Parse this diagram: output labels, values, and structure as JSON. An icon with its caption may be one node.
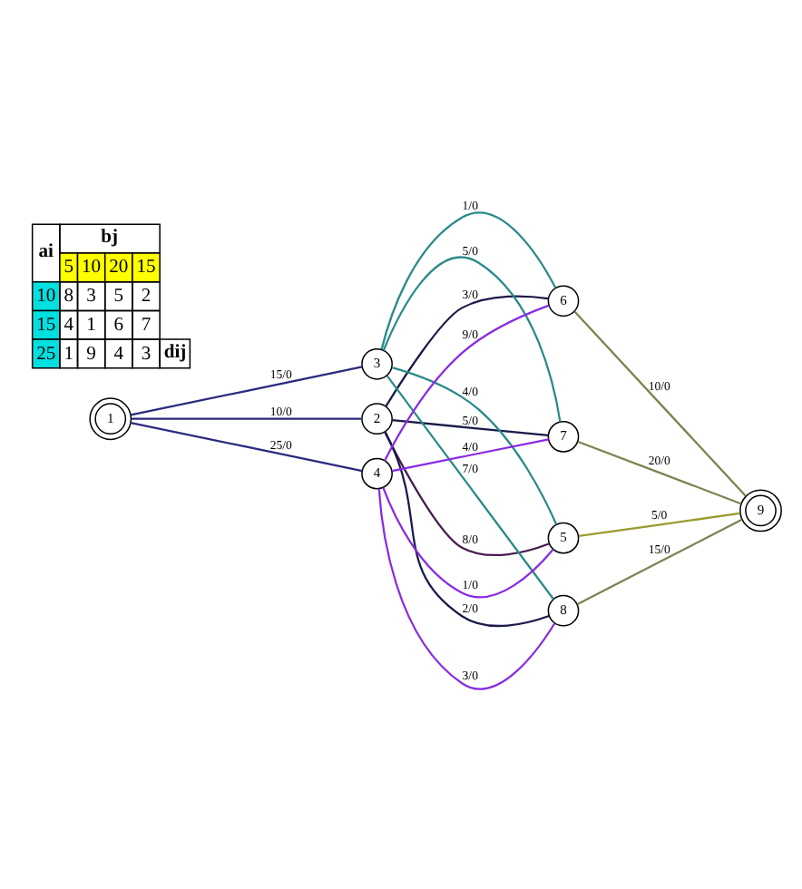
{
  "diagram": {
    "nodes": [
      {
        "text": [
          "1"
        ]
      },
      {
        "text": [
          "2"
        ]
      },
      {
        "text": [
          "3"
        ]
      },
      {
        "text": [
          "4"
        ]
      },
      {
        "text": [
          "5"
        ]
      },
      {
        "text": [
          "6"
        ]
      },
      {
        "text": [
          "7"
        ]
      },
      {
        "text": [
          "8"
        ]
      },
      {
        "text": [
          "9"
        ]
      }
    ],
    "edges": [
      {
        "from": 0,
        "to": 1,
        "arrow": "none",
        "label": "10/0",
        "color": "#2a2a80"
      },
      {
        "from": 0,
        "to": 2,
        "arrow": "none",
        "label": "15/0",
        "color": "#2a2a80"
      },
      {
        "from": 0,
        "to": 3,
        "arrow": "none",
        "label": "25/0",
        "color": "#2a2a80"
      },
      {
        "from": 1,
        "to": 4,
        "arrow": "none",
        "label": "8/0",
        "color": "#4a1a50"
      },
      {
        "from": 1,
        "to": 5,
        "arrow": "none",
        "label": "3/0",
        "color": "#1a1a4a"
      },
      {
        "from": 1,
        "to": 6,
        "arrow": "none",
        "label": "5/0",
        "color": "#1a1a4a"
      },
      {
        "from": 1,
        "to": 7,
        "arrow": "none",
        "label": "2/0",
        "color": "#1a1a4a"
      },
      {
        "from": 2,
        "to": 4,
        "arrow": "none",
        "label": "4/0",
        "color": "#2a8a8a"
      },
      {
        "from": 2,
        "to": 5,
        "arrow": "none",
        "label": "1/0",
        "color": "#2a8a8a"
      },
      {
        "from": 2,
        "to": 6,
        "arrow": "none",
        "label": "5/0",
        "color": "#2a8a8a"
      },
      {
        "from": 2,
        "to": 7,
        "arrow": "none",
        "label": "7/0",
        "color": "#2a8a8a"
      },
      {
        "from": 3,
        "to": 4,
        "arrow": "none",
        "label": "1/0",
        "color": "#8a2be2"
      },
      {
        "from": 3,
        "to": 5,
        "arrow": "none",
        "label": "9/0",
        "color": "#8a2be2"
      },
      {
        "from": 3,
        "to": 6,
        "arrow": "none",
        "label": "4/0",
        "color": "#8a2be2"
      },
      {
        "from": 3,
        "to": 7,
        "arrow": "none",
        "label": "3/0",
        "color": "#8a2be2"
      },
      {
        "from": 4,
        "to": 8,
        "arrow": "none",
        "label": "5/0",
        "color": "#9a9a30"
      },
      {
        "from": 5,
        "to": 8,
        "arrow": "none",
        "label": "10/0",
        "color": "#808050"
      },
      {
        "from": 6,
        "to": 8,
        "arrow": "none",
        "label": "20/0",
        "color": "#808050"
      },
      {
        "from": 7,
        "to": 8,
        "arrow": "none",
        "label": "15/0",
        "color": "#808050"
      }
    ],
    "labels": [
      "ai",
      "bj",
      "5",
      "10",
      "20",
      "15",
      "10",
      "8",
      "3",
      "5",
      "2",
      "15",
      "4",
      "1",
      "6",
      "7",
      "25",
      "1",
      "9",
      "4",
      "3",
      "dij"
    ]
  }
}
